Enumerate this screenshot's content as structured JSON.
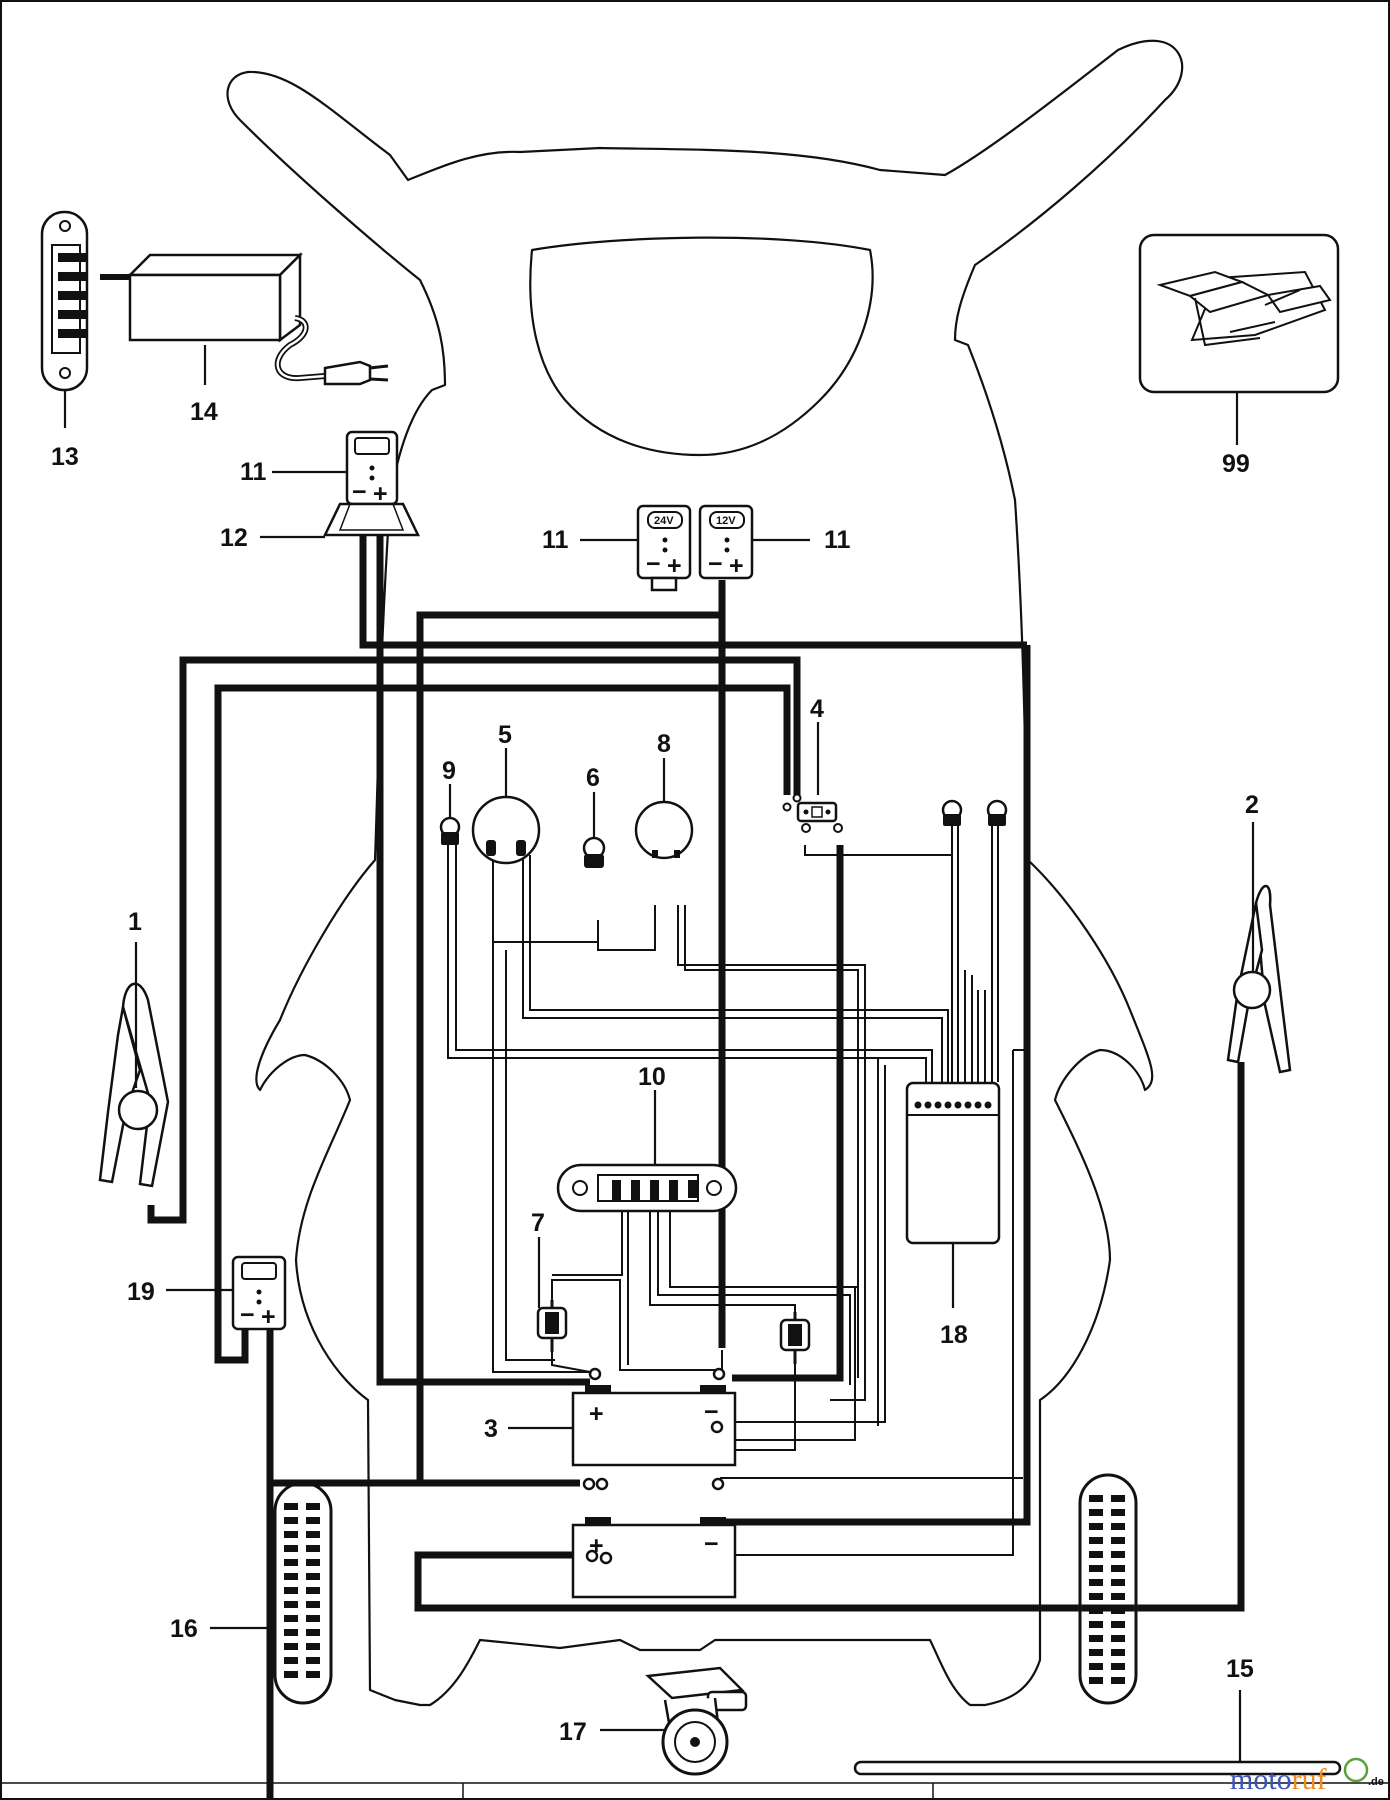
{
  "labels": {
    "l1": "1",
    "l2": "2",
    "l3": "3",
    "l4": "4",
    "l5": "5",
    "l6": "6",
    "l7": "7",
    "l8": "8",
    "l9": "9",
    "l10": "10",
    "l11a": "11",
    "l11b": "11",
    "l11c": "11",
    "l12": "12",
    "l13": "13",
    "l14": "14",
    "l15": "15",
    "l16": "16",
    "l17": "17",
    "l18": "18",
    "l19": "19",
    "l99": "99"
  },
  "meter_labels": {
    "v24": "24V",
    "v12": "12V"
  },
  "battery_marks": {
    "plus": "+",
    "minus": "−"
  },
  "watermark": {
    "part1": "moto",
    "part2": "ruf",
    "suffix": ".de"
  },
  "colors": {
    "ink": "#111111",
    "paper": "#ffffff",
    "watermark_blue": "#3a55b4",
    "watermark_orange": "#f08c1e",
    "watermark_green": "#5aa03c"
  }
}
